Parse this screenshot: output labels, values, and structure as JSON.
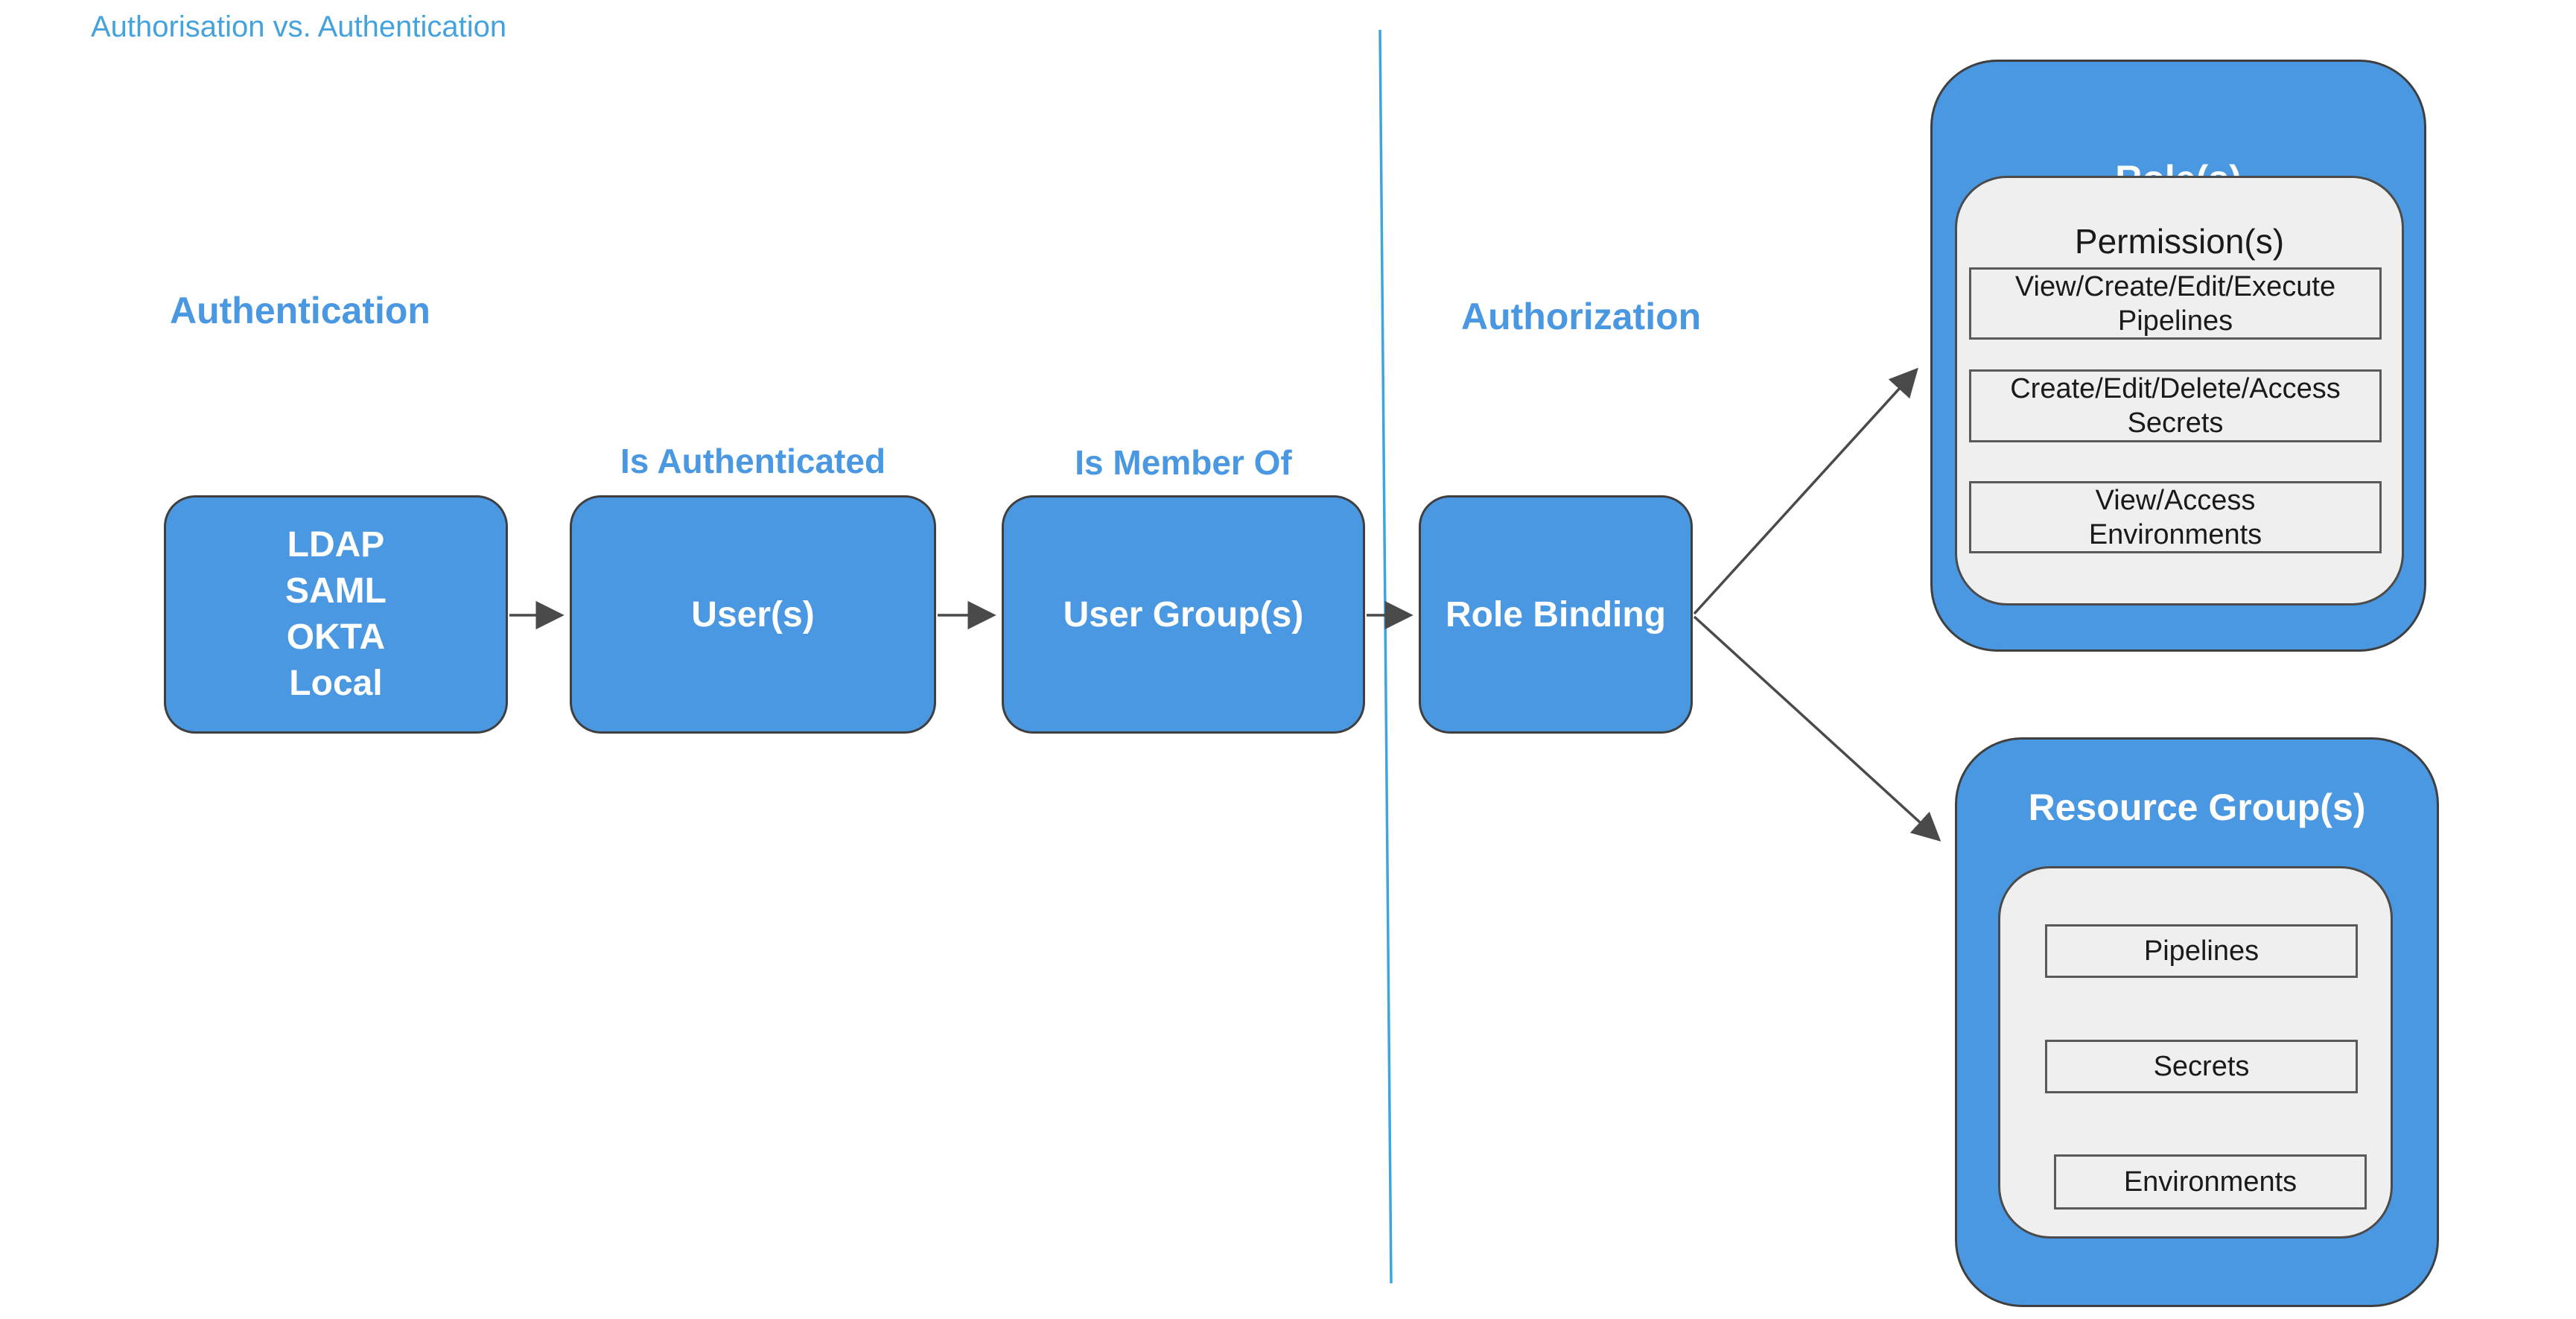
{
  "colors": {
    "node_blue": "#4a98e2",
    "node_border": "#3f3f3f",
    "panel_gray": "#efefef",
    "panel_border": "#4b4b4b",
    "item_border": "#5a5a5a",
    "heading_blue": "#4a97e2",
    "title_blue": "#44a3dc",
    "divider_blue": "#3fa5de",
    "arrow_gray": "#4a4a4a",
    "text_dark": "#1a1a1a"
  },
  "page": {
    "title": "Authorisation vs. Authentication"
  },
  "sections": {
    "authentication": {
      "heading": "Authentication"
    },
    "authorization": {
      "heading": "Authorization"
    }
  },
  "flow": {
    "identity_providers": {
      "lines": [
        "LDAP",
        "SAML",
        "OKTA",
        "Local"
      ]
    },
    "users": {
      "label": "User(s)"
    },
    "user_groups": {
      "label": "User Group(s)"
    },
    "role_binding": {
      "label": "Role Binding"
    },
    "edges": {
      "is_authenticated": "Is Authenticated",
      "is_member_of": "Is Member Of"
    }
  },
  "roles": {
    "title": "Role(s)",
    "permissions_title": "Permission(s)",
    "permissions": [
      {
        "line1": "View/Create/Edit/Execute",
        "line2": "Pipelines"
      },
      {
        "line1": "Create/Edit/Delete/Access",
        "line2": "Secrets"
      },
      {
        "line1": "View/Access",
        "line2": "Environments"
      }
    ]
  },
  "resource_groups": {
    "title": "Resource Group(s)",
    "items": [
      "Pipelines",
      "Secrets",
      "Environments"
    ]
  }
}
